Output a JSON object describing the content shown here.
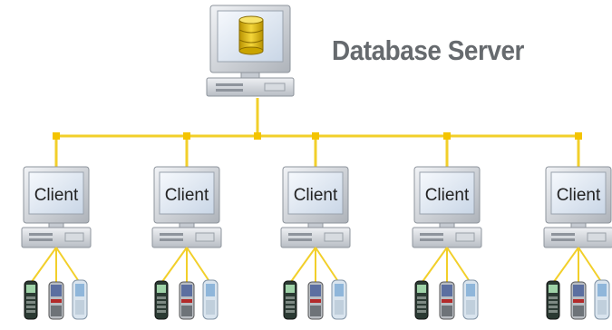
{
  "diagram": {
    "title": "Database Server",
    "server": {
      "icon": "database-icon"
    },
    "client_label": "Client",
    "clients": [
      {
        "label": "Client"
      },
      {
        "label": "Client"
      },
      {
        "label": "Client"
      },
      {
        "label": "Client"
      },
      {
        "label": "Client"
      }
    ],
    "devices_per_client": 3,
    "colors": {
      "network_line": "#f2cf2a",
      "node": "#f4c400",
      "monitor_frame": "#c9cdd3",
      "screen": "#dfe9f5",
      "database": "#e8c20e"
    }
  }
}
